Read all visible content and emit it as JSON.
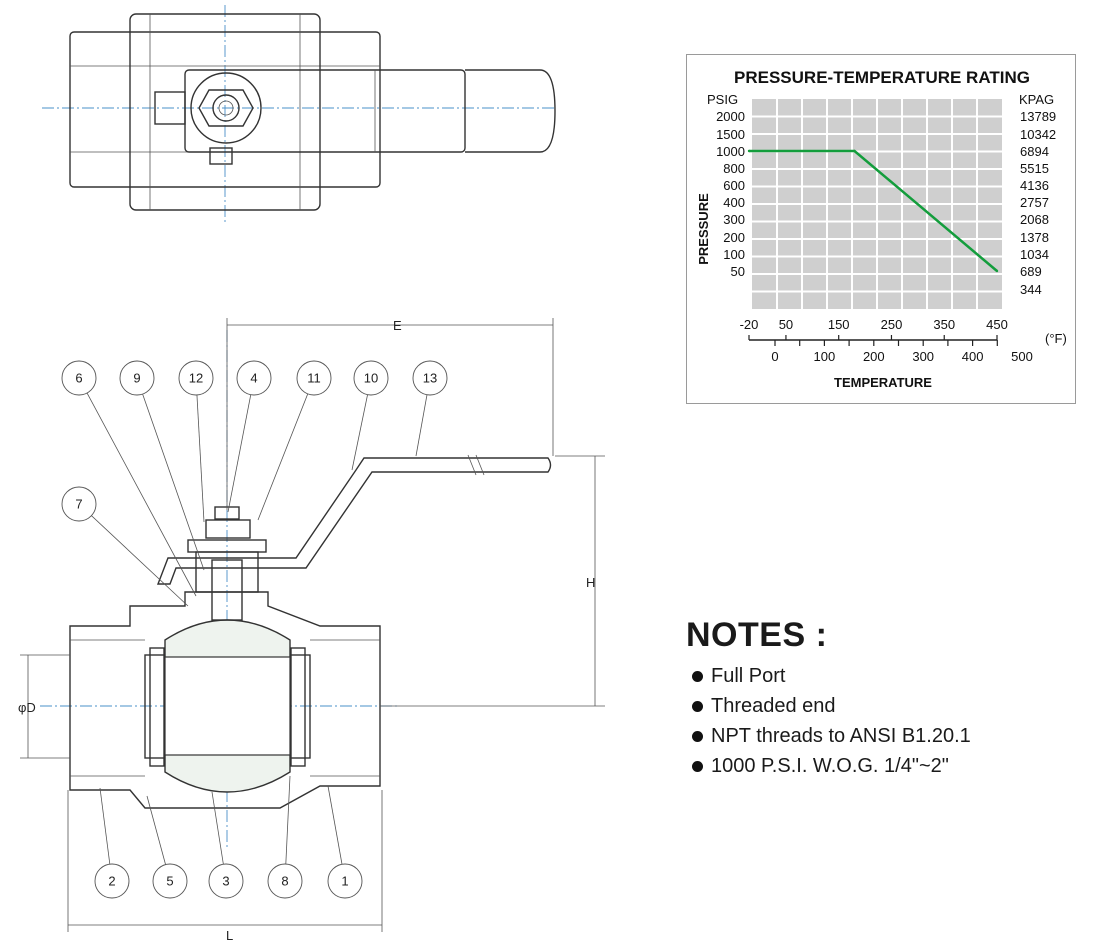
{
  "drawing": {
    "dimensions": {
      "E": "E",
      "H": "H",
      "D": "φD",
      "L": "L"
    },
    "callouts_top": [
      "6",
      "9",
      "12",
      "4",
      "11",
      "10",
      "13"
    ],
    "callout_left": "7",
    "callouts_bottom": [
      "2",
      "5",
      "3",
      "8",
      "1"
    ]
  },
  "chart": {
    "title": "PRESSURE-TEMPERATURE RATING",
    "left_unit": "PSIG",
    "right_unit": "KPAG",
    "ylabel": "PRESSURE",
    "xlabel": "TEMPERATURE",
    "temp_unit": "(°F)",
    "left_ticks": [
      "2000",
      "1500",
      "1000",
      "800",
      "600",
      "400",
      "300",
      "200",
      "100",
      "50"
    ],
    "right_ticks": [
      "13789",
      "10342",
      "6894",
      "5515",
      "4136",
      "2757",
      "2068",
      "1378",
      "1034",
      "689",
      "344"
    ],
    "top_axis_ticks": [
      "-20",
      "50",
      "150",
      "250",
      "350",
      "450"
    ],
    "bottom_axis_ticks": [
      "0",
      "100",
      "200",
      "300",
      "400",
      "500"
    ],
    "line_color": "#139d3c",
    "grid_bg": "#cfcfcf"
  },
  "chart_data": {
    "type": "line",
    "title": "PRESSURE-TEMPERATURE RATING",
    "xlabel": "TEMPERATURE",
    "ylabel": "PRESSURE",
    "x_unit": "°F",
    "series": [
      {
        "x": [
          -20,
          180,
          450
        ],
        "y": [
          1000,
          1000,
          50
        ]
      }
    ]
  },
  "notes": {
    "title": "NOTES :",
    "items": [
      "Full Port",
      "Threaded end",
      "NPT threads to ANSI B1.20.1",
      "1000 P.S.I. W.O.G. 1/4\"~2\""
    ]
  }
}
